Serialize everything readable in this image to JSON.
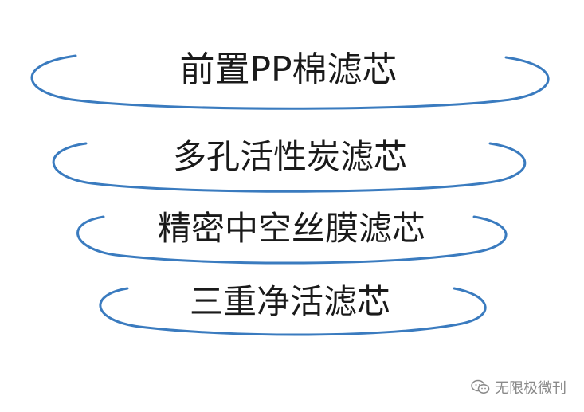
{
  "layers": [
    {
      "label": "前置PP棉滤芯"
    },
    {
      "label": "多孔活性炭滤芯"
    },
    {
      "label": "精密中空丝膜滤芯"
    },
    {
      "label": "三重净活滤芯"
    }
  ],
  "watermark": {
    "text": "无限极微刊",
    "icon": "wechat-icon"
  },
  "colors": {
    "ring": "#3a7bbf",
    "text": "#1a1a1a",
    "watermark": "#8a8a8a"
  }
}
